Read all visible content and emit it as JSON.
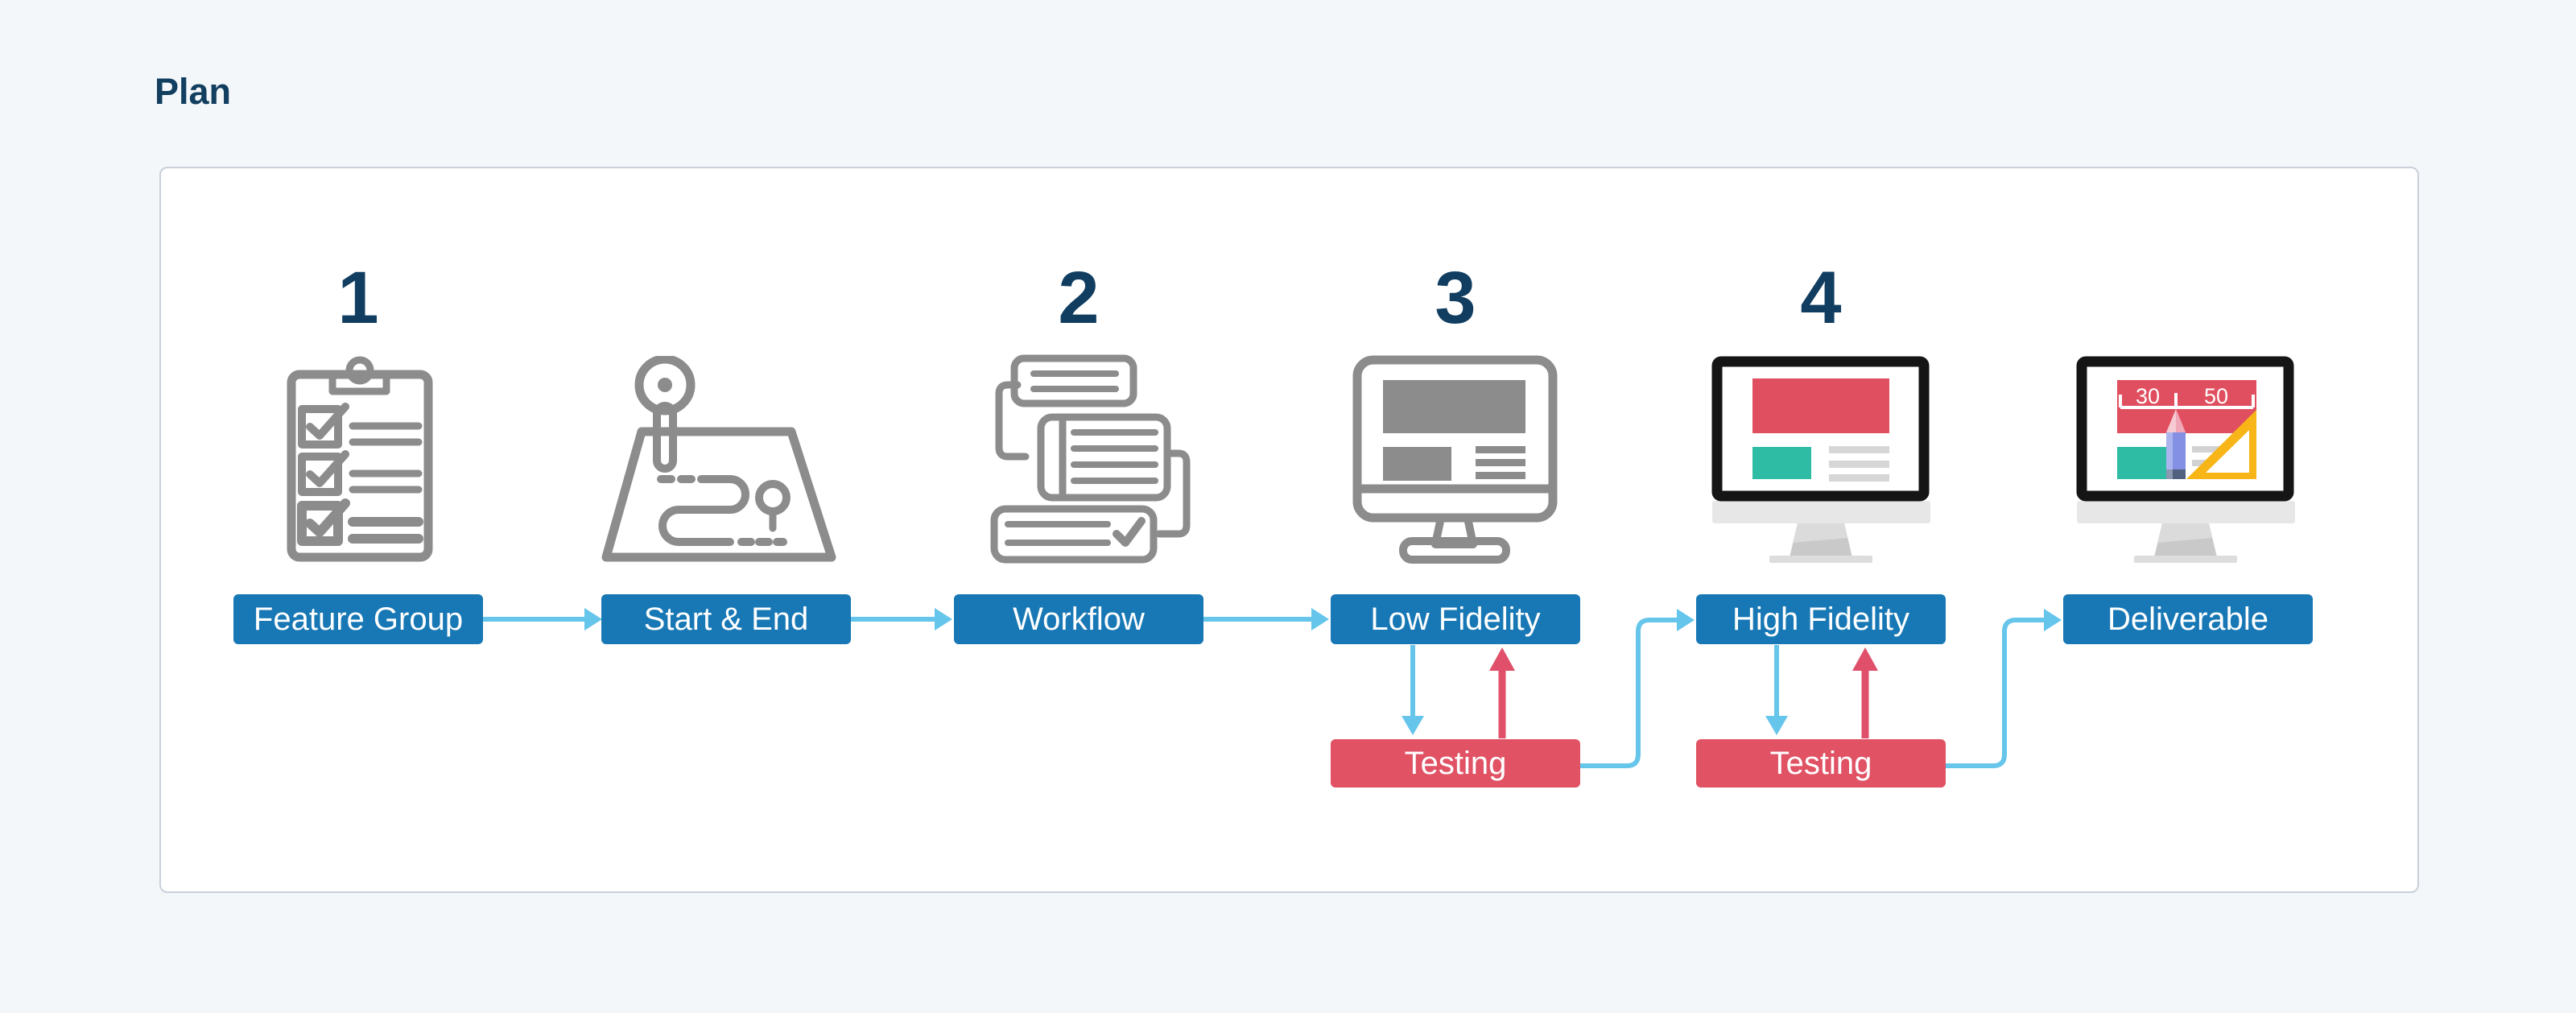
{
  "page": {
    "title": "Plan"
  },
  "palette": {
    "background": "#F3F7F9",
    "card_border": "#C9D0DA",
    "node_blue": "#1878B5",
    "testing_red": "#E05264",
    "arrow_light_blue": "#66C5EA",
    "arrow_red": "#E0506A",
    "heading_navy": "#123E5F",
    "icon_gray": "#8C8C8C"
  },
  "steps": [
    {
      "number": "1",
      "label": "Feature Group",
      "icon": "clipboard-checklist-icon"
    },
    {
      "number": "",
      "label": "Start & End",
      "icon": "map-route-icon"
    },
    {
      "number": "2",
      "label": "Workflow",
      "icon": "stacked-cards-icon"
    },
    {
      "number": "3",
      "label": "Low Fidelity",
      "icon": "wireframe-monitor-icon"
    },
    {
      "number": "4",
      "label": "High Fidelity",
      "icon": "mockup-monitor-icon"
    },
    {
      "number": "",
      "label": "Deliverable",
      "icon": "design-tools-monitor-icon"
    }
  ],
  "testing": {
    "label": "Testing"
  },
  "deliverable_icon": {
    "left_value": "30",
    "right_value": "50"
  }
}
